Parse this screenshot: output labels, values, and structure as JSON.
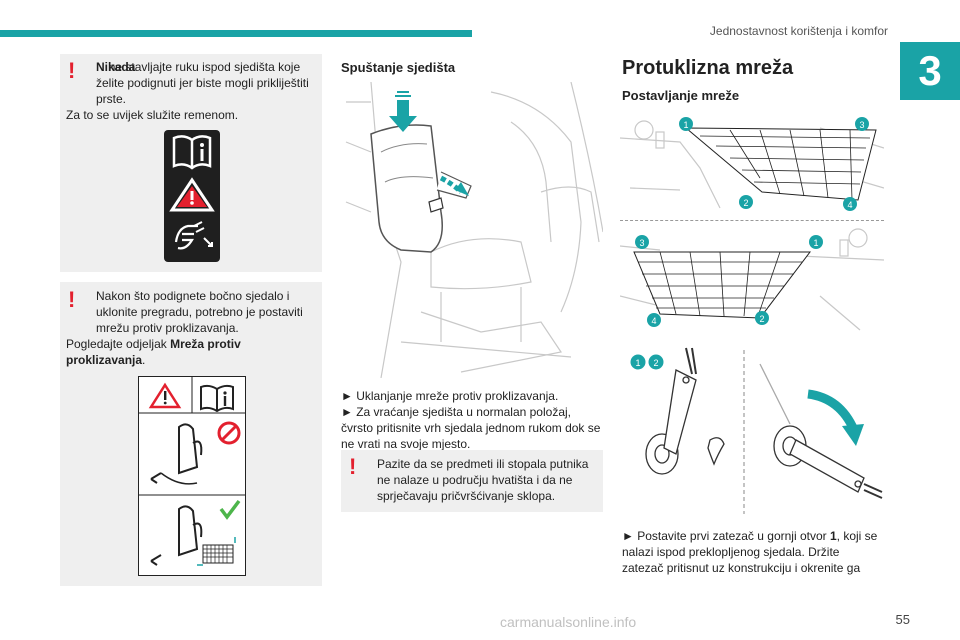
{
  "header": {
    "title": "Jednostavnost korištenja i komfor",
    "chapter": "3"
  },
  "left": {
    "warning1": {
      "bold": "Nikada",
      "text1": " ne stavljajte ruku ispod sjedišta koje želite podignuti jer biste mogli prikliještiti prste.",
      "text2": "Za to se uvijek služite remenom."
    },
    "warning2": {
      "text1": "Nakon što podignete bočno sjedalo i uklonite pregradu, potrebno je postaviti mrežu protiv proklizavanja.",
      "text2": "Pogledajte odjeljak ",
      "bold": "Mreža protiv proklizavanja",
      "end": "."
    }
  },
  "middle": {
    "title": "Spuštanje sjedišta",
    "step1": "► Uklanjanje mreže protiv proklizavanja.",
    "step2": "► Za vraćanje sjedišta u normalan položaj, čvrsto pritisnite vrh sjedala jednom rukom dok se ne vrati na svoje mjesto.",
    "warning": "Pazite da se predmeti ili stopala putnika ne nalaze u području hvatišta i da ne sprječavaju pričvršćivanje sklopa."
  },
  "right": {
    "title": "Protuklizna mreža",
    "subtitle": "Postavljanje mreže",
    "badges": [
      "1",
      "2",
      "3",
      "4"
    ],
    "instruction_pre": "► Postavite prvi zatezač u gornji otvor ",
    "instruction_num": "1",
    "instruction_post": ", koji se nalazi ispod preklopljenog sjedala. Držite zatezač pritisnut uz konstrukciju i okrenite ga"
  },
  "footer": {
    "page": "55",
    "watermark": "carmanualsonline.info"
  },
  "colors": {
    "accent": "#1aa3a6",
    "warning": "#e3202e"
  }
}
